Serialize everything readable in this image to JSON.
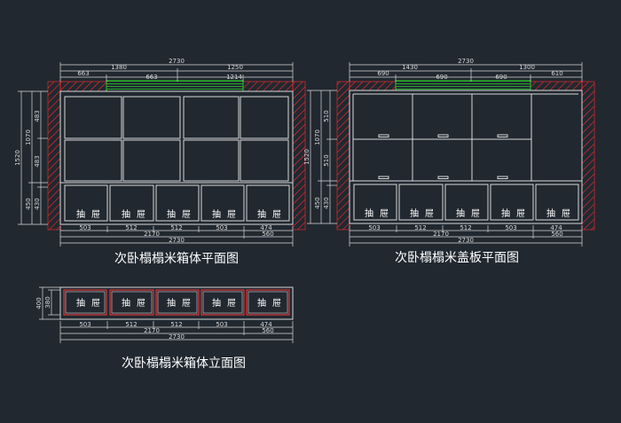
{
  "colors": {
    "background": "#212830",
    "line": "#d8d8d8",
    "wall": "#ff2a2a",
    "green": "#28c328",
    "drawer_red": "#ff3b3b"
  },
  "drawer_label": {
    "a": "抽",
    "b": "屉"
  },
  "drawing1": {
    "caption": "次卧榻榻米箱体平面图",
    "dims_top": {
      "total": "2730",
      "left_half": "1380",
      "right_half": "1250",
      "outer_left": "663",
      "inner_left": "663",
      "inner_right": "1214"
    },
    "dims_left": {
      "total": "1520",
      "upper": "1070",
      "top_block": "483",
      "mid_block": "483",
      "lower": "450",
      "lower_inner": "430"
    },
    "dims_bottom": {
      "segments": [
        "503",
        "512",
        "512",
        "503",
        "474"
      ],
      "sub_total": "2170",
      "right_part": "560",
      "total": "2730"
    }
  },
  "drawing2": {
    "caption": "次卧榻榻米盖板平面图",
    "dims_top": {
      "total": "2730",
      "left_half": "1430",
      "right_half": "1300",
      "seg1": "690",
      "seg2": "690",
      "seg3": "690",
      "seg4": "610"
    },
    "dims_left": {
      "total": "1520",
      "upper": "1070",
      "top_block": "510",
      "mid_block": "510",
      "lower": "450",
      "lower_inner": "430"
    },
    "dims_bottom": {
      "segments": [
        "503",
        "512",
        "512",
        "503",
        "474"
      ],
      "sub_total": "2170",
      "right_part": "560",
      "total": "2730"
    }
  },
  "drawing3": {
    "caption": "次卧榻榻米箱体立面图",
    "dims_left": {
      "outer": "400",
      "inner": "380"
    },
    "dims_bottom": {
      "segments": [
        "503",
        "512",
        "512",
        "503",
        "474"
      ],
      "sub_total": "2170",
      "right_part": "560",
      "total": "2730"
    }
  }
}
